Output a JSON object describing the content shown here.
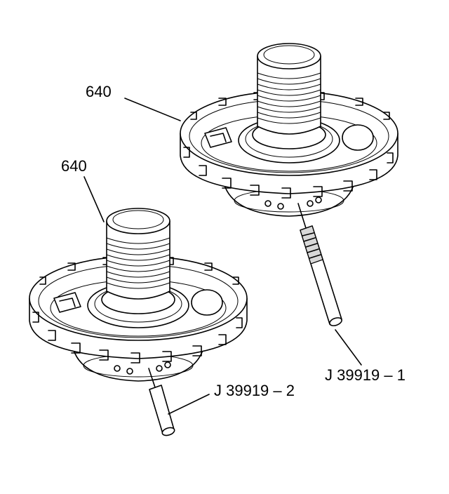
{
  "labels": {
    "part_top": "640",
    "part_bottom": "640",
    "tool_1": "J 39919 – 1",
    "tool_2": "J 39919 – 2"
  },
  "icons": [
    "clutch-housing-assembly-illustration",
    "tool-pin-illustration"
  ],
  "colors": {
    "line": "#000000",
    "background": "#ffffff",
    "shade": "#d8d8d8"
  }
}
